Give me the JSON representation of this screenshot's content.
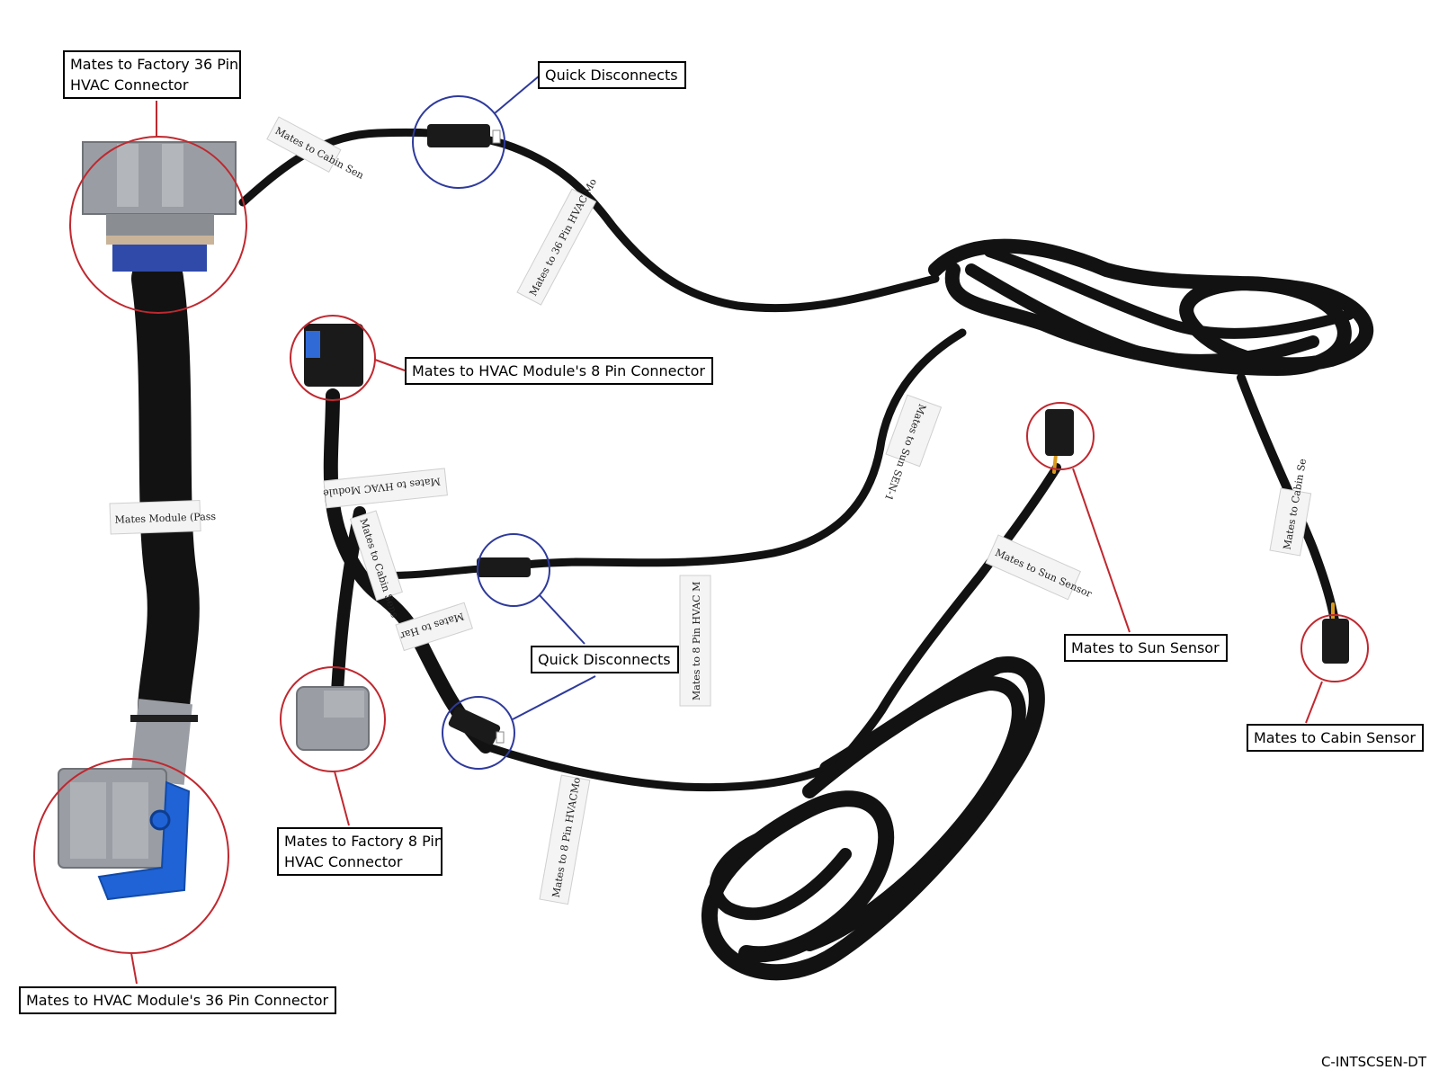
{
  "callouts": {
    "factory_36": {
      "line1": "Mates to Factory 36 Pin",
      "line2": "HVAC Connector"
    },
    "quick_top": "Quick Disconnects",
    "hvac_8": "Mates to HVAC Module's 8 Pin Connector",
    "quick_mid": "Quick Disconnects",
    "factory_8": {
      "line1": "Mates to Factory 8 Pin",
      "line2": "HVAC Connector"
    },
    "hvac_36": "Mates to HVAC Module's 36 Pin Connector",
    "sun": "Mates to Sun Sensor",
    "cabin": "Mates to Cabin Sensor"
  },
  "wire_tags": {
    "t1": "Mates to Cabin Sen",
    "t2": "Mates to 36 Pin HVAC Mo",
    "t3": "Mates Module (Pass",
    "t4": "Mates to HVAC Module",
    "t5": "Mates to Cabin Sens",
    "t6": "Mates to Har",
    "t7": "Mates to 8 Pin HVAC M",
    "t8": "Mates to 8 Pin HVACMo",
    "t9": "Mates to Sun Sensor",
    "t10": "Mates to Cabin Se",
    "t11": "Mates to Sun SEN-1"
  },
  "part_code": "C-INTSCSEN-DT",
  "colors": {
    "red_circle": "#c0282f",
    "blue_circle": "#2e3a9c",
    "wire": "#121212",
    "connector_gray": "#9a9ea4",
    "clip_blue": "#1f63d6"
  }
}
